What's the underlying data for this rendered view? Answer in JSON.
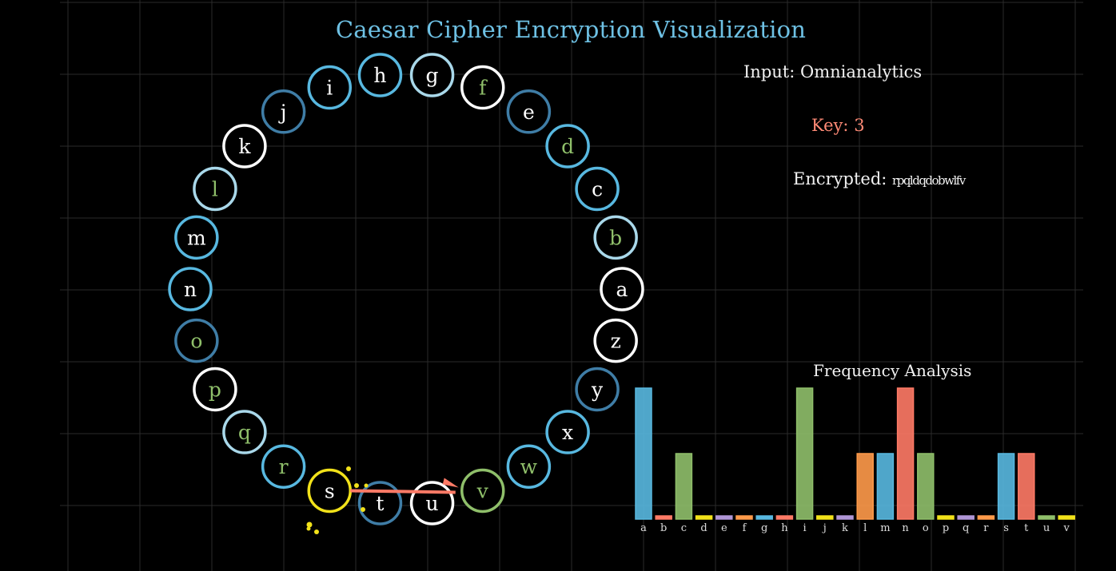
{
  "title": "Caesar Cipher Encryption Visualization",
  "info": {
    "input_label": "Input:",
    "input_value": "Omnianalytics",
    "key_label": "Key:",
    "key_value": "3",
    "encrypted_label": "Encrypted:",
    "encrypted_value": "rpqldqdobwlfv"
  },
  "wheel": {
    "letters": [
      {
        "letter": "a",
        "color": "#ffffff",
        "ring": "#ffffff"
      },
      {
        "letter": "b",
        "color": "#8fbf6a",
        "ring": "#a9d8ea"
      },
      {
        "letter": "c",
        "color": "#ffffff",
        "ring": "#58b8e0"
      },
      {
        "letter": "d",
        "color": "#8fbf6a",
        "ring": "#58b8e0"
      },
      {
        "letter": "e",
        "color": "#ffffff",
        "ring": "#3f7da6"
      },
      {
        "letter": "f",
        "color": "#8fbf6a",
        "ring": "#ffffff"
      },
      {
        "letter": "g",
        "color": "#ffffff",
        "ring": "#a9d8ea"
      },
      {
        "letter": "h",
        "color": "#ffffff",
        "ring": "#58b8e0"
      },
      {
        "letter": "i",
        "color": "#ffffff",
        "ring": "#58b8e0"
      },
      {
        "letter": "j",
        "color": "#ffffff",
        "ring": "#3f7da6"
      },
      {
        "letter": "k",
        "color": "#ffffff",
        "ring": "#ffffff"
      },
      {
        "letter": "l",
        "color": "#8fbf6a",
        "ring": "#a9d8ea"
      },
      {
        "letter": "m",
        "color": "#ffffff",
        "ring": "#58b8e0"
      },
      {
        "letter": "n",
        "color": "#ffffff",
        "ring": "#58b8e0"
      },
      {
        "letter": "o",
        "color": "#8fbf6a",
        "ring": "#3f7da6"
      },
      {
        "letter": "p",
        "color": "#8fbf6a",
        "ring": "#ffffff"
      },
      {
        "letter": "q",
        "color": "#8fbf6a",
        "ring": "#a9d8ea"
      },
      {
        "letter": "r",
        "color": "#8fbf6a",
        "ring": "#58b8e0"
      },
      {
        "letter": "s",
        "color": "#ffffff",
        "ring": "#f2e21a"
      },
      {
        "letter": "t",
        "color": "#ffffff",
        "ring": "#3f7da6"
      },
      {
        "letter": "u",
        "color": "#ffffff",
        "ring": "#ffffff"
      },
      {
        "letter": "v",
        "color": "#8fbf6a",
        "ring": "#8fbf6a"
      },
      {
        "letter": "w",
        "color": "#8fbf6a",
        "ring": "#58b8e0"
      },
      {
        "letter": "x",
        "color": "#ffffff",
        "ring": "#58b8e0"
      },
      {
        "letter": "y",
        "color": "#ffffff",
        "ring": "#3f7da6"
      },
      {
        "letter": "z",
        "color": "#ffffff",
        "ring": "#ffffff"
      }
    ],
    "active_from": "s",
    "active_to": "v",
    "arrow_color": "#ff7a66",
    "highlight_color": "#f2e21a"
  },
  "frequency": {
    "title": "Frequency Analysis",
    "chart_data": {
      "type": "bar",
      "title": "Frequency Analysis",
      "categories": [
        "a",
        "b",
        "c",
        "d",
        "e",
        "f",
        "g",
        "h",
        "i",
        "j",
        "k",
        "l",
        "m",
        "n",
        "o",
        "p",
        "q",
        "r",
        "s",
        "t",
        "u",
        "v"
      ],
      "values": [
        2,
        0,
        1,
        0,
        0,
        0,
        0,
        0,
        2,
        0,
        0,
        1,
        1,
        2,
        1,
        0,
        0,
        0,
        1,
        1,
        0,
        0
      ],
      "colors": [
        "#58b8e0",
        "#ff7a66",
        "#8fbf6a",
        "#f2e21a",
        "#b096d6",
        "#ff9a4a",
        "#58b8e0",
        "#ff7a66",
        "#8fbf6a",
        "#f2e21a",
        "#b096d6",
        "#ff9a4a",
        "#58b8e0",
        "#ff7a66",
        "#8fbf6a",
        "#f2e21a",
        "#b096d6",
        "#ff9a4a",
        "#58b8e0",
        "#ff7a66",
        "#8fbf6a",
        "#f2e21a"
      ],
      "ylim": [
        0,
        2
      ]
    }
  }
}
